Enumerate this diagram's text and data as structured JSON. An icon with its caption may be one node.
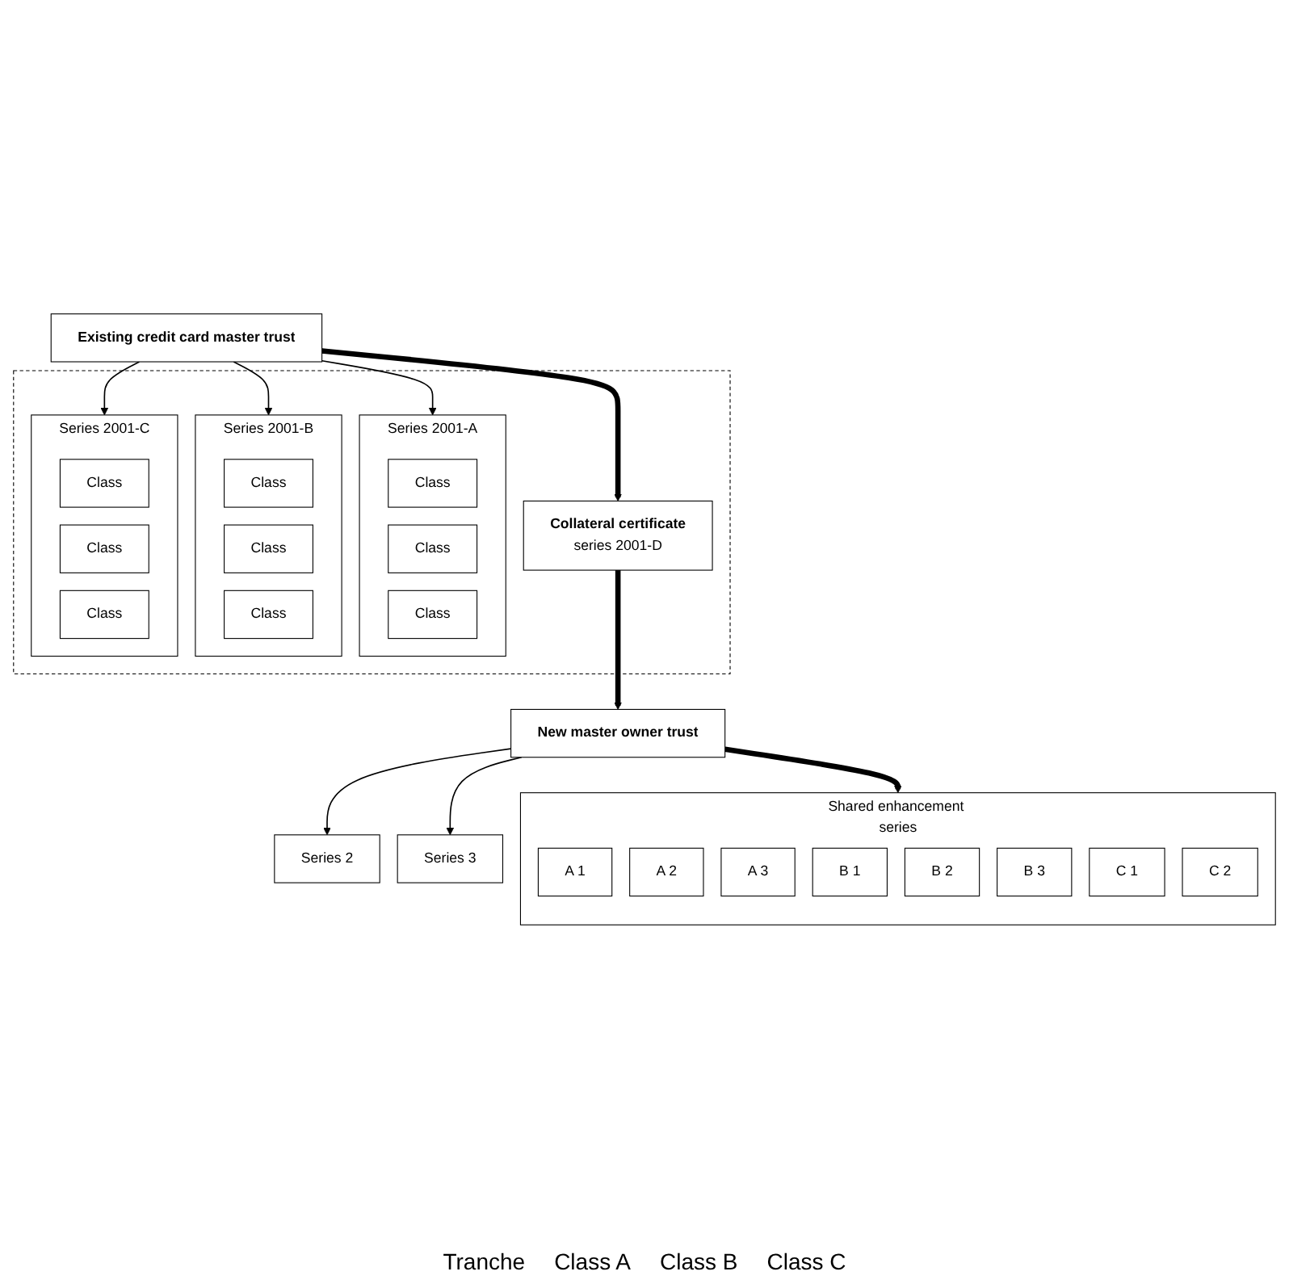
{
  "diagram": {
    "nodes": [
      {
        "text": [
          "Existing credit card master trust"
        ]
      },
      {
        "text": [],
        "shape": "box"
      },
      {
        "text": [
          "Series 2001-A"
        ],
        "in": 1
      },
      {
        "text": [
          "Class"
        ],
        "in": 2
      },
      {
        "text": [
          "Class"
        ],
        "in": 2
      },
      {
        "text": [
          "Class"
        ],
        "in": 2
      },
      {
        "text": [
          "Series 2001-B"
        ],
        "in": 1
      },
      {
        "text": [
          "Class"
        ],
        "in": 6
      },
      {
        "text": [
          "Class"
        ],
        "in": 6
      },
      {
        "text": [
          "Class"
        ],
        "in": 6
      },
      {
        "text": [
          "Series 2001-C"
        ],
        "in": 1
      },
      {
        "text": [
          "Class"
        ],
        "in": 10
      },
      {
        "text": [
          "Class"
        ],
        "in": 10
      },
      {
        "text": [
          "Class"
        ],
        "in": 10
      },
      {
        "text": [
          "Collateral certificate",
          "series 2001-D"
        ],
        "in": 1
      },
      {
        "text": [
          "New master owner trust"
        ]
      },
      {
        "text": [
          "Shared enhancement series"
        ]
      },
      {
        "text": [
          "A 1"
        ],
        "in": 16
      },
      {
        "text": [
          "A 2"
        ],
        "in": 16
      },
      {
        "text": [
          "A 3"
        ],
        "in": 16
      },
      {
        "text": [
          "B 1"
        ],
        "in": 16
      },
      {
        "text": [
          "B 2"
        ],
        "in": 16
      },
      {
        "text": [
          "B 3"
        ],
        "in": 16
      },
      {
        "text": [
          "C 1"
        ],
        "in": 16
      },
      {
        "text": [
          "C 2"
        ],
        "in": 16
      },
      {
        "text": [
          "Series 2"
        ]
      },
      {
        "text": [
          "Series 3"
        ]
      }
    ],
    "edges": [
      {
        "from": 0,
        "to": 2,
        "arrow": "to"
      },
      {
        "from": 0,
        "to": 6,
        "arrow": "to"
      },
      {
        "from": 0,
        "to": 10,
        "arrow": "to"
      },
      {
        "from": 0,
        "to": 14,
        "arrow": "to",
        "style": "thick"
      },
      {
        "from": 14,
        "to": 15,
        "arrow": "to",
        "style": "thick"
      },
      {
        "from": 15,
        "to": 16,
        "arrow": "to",
        "style": "thick"
      },
      {
        "from": 15,
        "to": 25,
        "arrow": "to"
      },
      {
        "from": 15,
        "to": 26,
        "arrow": "to"
      }
    ],
    "labels": [
      "Tranche",
      "Class A",
      "Class B",
      "Class C"
    ]
  }
}
